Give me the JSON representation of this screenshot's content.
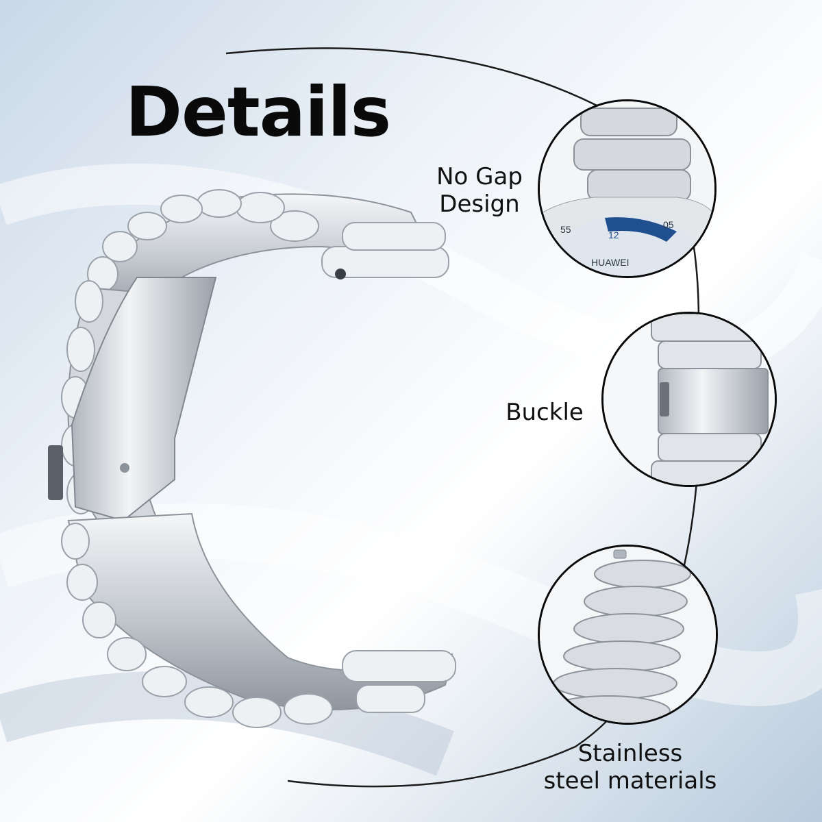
{
  "title": "Details",
  "features": [
    {
      "label_line1": "No Gap",
      "label_line2": "Design"
    },
    {
      "label_line1": "Buckle"
    },
    {
      "label_line1": "Stainless",
      "label_line2": "steel materials"
    }
  ],
  "watch_face": {
    "brand": "HUAWEI",
    "numbers": [
      "55",
      "12",
      "05"
    ]
  },
  "colors": {
    "accent_blue": "#1f4f8f",
    "steel": "#c8cdd3",
    "outline": "#0a0a0a"
  }
}
